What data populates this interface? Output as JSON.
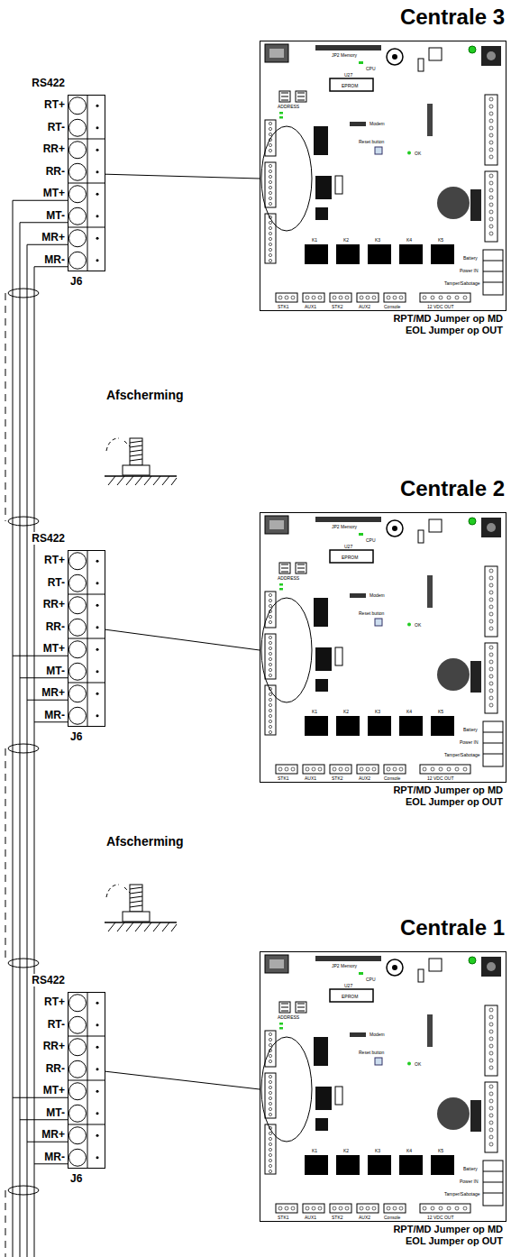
{
  "diagram": {
    "nodes": [
      {
        "text": [
          "Centrale 3",
          "RPT/MD Jumper op MD",
          "EOL Jumper op OUT"
        ]
      },
      {
        "text": [
          "RS422",
          "J6"
        ]
      },
      {
        "text": [
          "Centrale 2",
          "RPT/MD Jumper op MD",
          "EOL Jumper op OUT"
        ]
      },
      {
        "text": [
          "RS422",
          "J6"
        ]
      },
      {
        "text": [
          "Centrale 1",
          "RPT/MD Jumper op MD",
          "EOL Jumper op OUT"
        ]
      },
      {
        "text": [
          "RS422",
          "J6"
        ]
      }
    ],
    "edges": [
      {
        "from": 1,
        "to": 0,
        "arrow": "none"
      },
      {
        "from": 3,
        "to": 2,
        "arrow": "none"
      },
      {
        "from": 5,
        "to": 4,
        "arrow": "none"
      }
    ],
    "labels": [
      "RT+",
      "RT-",
      "RR+",
      "RR-",
      "MT+",
      "MT-",
      "MR+",
      "MR-",
      "JP2 Memory",
      "U27",
      "EPROM",
      "CPU",
      "ADDRESS",
      "Modem",
      "Reset button",
      "OK",
      "K1",
      "K2",
      "K3",
      "K4",
      "K5",
      "Battery",
      "Power IN",
      "Tamper/Sabotage",
      "STK1",
      "AUX1",
      "STK2",
      "AUX2",
      "Console",
      "12 VDC OUT",
      "Afscherming",
      "RT+",
      "RT-",
      "RR+",
      "RR-",
      "MT+",
      "MT-",
      "MR+",
      "MR-",
      "JP2 Memory",
      "U27",
      "EPROM",
      "CPU",
      "ADDRESS",
      "Modem",
      "Reset button",
      "OK",
      "K1",
      "K2",
      "K3",
      "K4",
      "K5",
      "Battery",
      "Power IN",
      "Tamper/Sabotage",
      "STK1",
      "AUX1",
      "STK2",
      "AUX2",
      "Console",
      "12 VDC OUT",
      "Afscherming",
      "RT+",
      "RT-",
      "RR+",
      "RR-",
      "MT+",
      "MT-",
      "MR+",
      "MR-",
      "JP2 Memory",
      "U27",
      "EPROM",
      "CPU",
      "ADDRESS",
      "Modem",
      "Reset button",
      "OK",
      "K1",
      "K2",
      "K3",
      "K4",
      "K5",
      "Battery",
      "Power IN",
      "Tamper/Sabotage",
      "STK1",
      "AUX1",
      "STK2",
      "AUX2",
      "Console",
      "12 VDC OUT"
    ]
  }
}
